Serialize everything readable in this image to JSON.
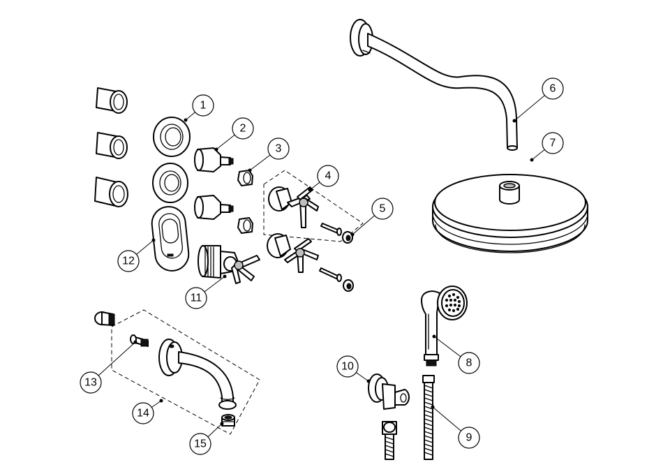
{
  "callouts": [
    {
      "label": "1"
    },
    {
      "label": "2"
    },
    {
      "label": "3"
    },
    {
      "label": "4"
    },
    {
      "label": "5"
    },
    {
      "label": "6"
    },
    {
      "label": "7"
    },
    {
      "label": "8"
    },
    {
      "label": "9"
    },
    {
      "label": "10"
    },
    {
      "label": "11"
    },
    {
      "label": "12"
    },
    {
      "label": "13"
    },
    {
      "label": "14"
    },
    {
      "label": "15"
    }
  ],
  "colors": {
    "line": "#000000",
    "background": "#ffffff",
    "shade": "#bfbfbf"
  }
}
